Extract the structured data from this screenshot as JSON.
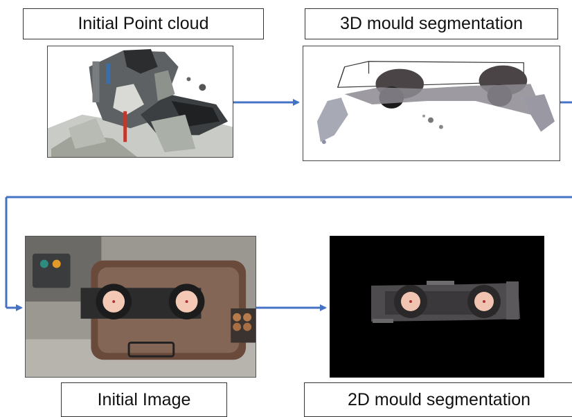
{
  "labels": {
    "initial_point_cloud": "Initial Point cloud",
    "mould_3d_segmentation": "3D mould segmentation",
    "initial_image": "Initial Image",
    "mould_2d_segmentation": "2D mould segmentation"
  },
  "colors": {
    "arrow": "#4472c4",
    "label_border": "#333333",
    "segmentation_background": "#000000"
  }
}
